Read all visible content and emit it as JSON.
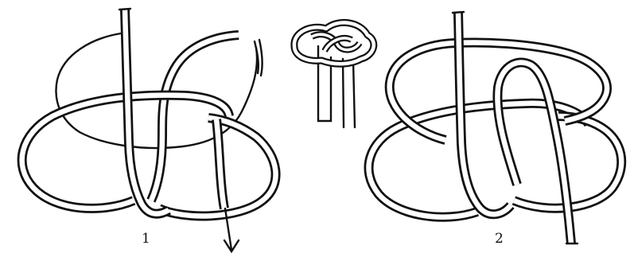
{
  "figures": [
    {
      "id": "figure-1",
      "label": "1"
    },
    {
      "id": "figure-2",
      "label": "2"
    }
  ],
  "finished_knot": {
    "label": ""
  }
}
